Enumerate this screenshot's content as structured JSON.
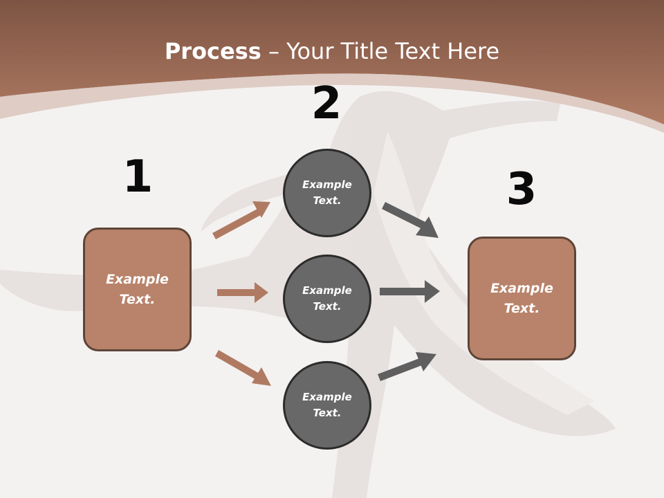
{
  "title": {
    "bold": "Process",
    "rest": " – Your Title Text Here"
  },
  "steps": {
    "one": "1",
    "two": "2",
    "three": "3"
  },
  "left_box": {
    "line1": "Example",
    "line2": "Text."
  },
  "circles": [
    {
      "line1": "Example",
      "line2": "Text."
    },
    {
      "line1": "Example",
      "line2": "Text."
    },
    {
      "line1": "Example",
      "line2": "Text."
    }
  ],
  "right_box": {
    "line1": "Example",
    "line2": "Text."
  },
  "colors": {
    "header": "#a8735a",
    "box_fill": "#b8836a",
    "box_border": "#5e4438",
    "circle_fill": "#686868",
    "circle_border": "#2b2b2b",
    "arrow_brown": "#b07a62",
    "arrow_gray": "#5f5f5f"
  }
}
